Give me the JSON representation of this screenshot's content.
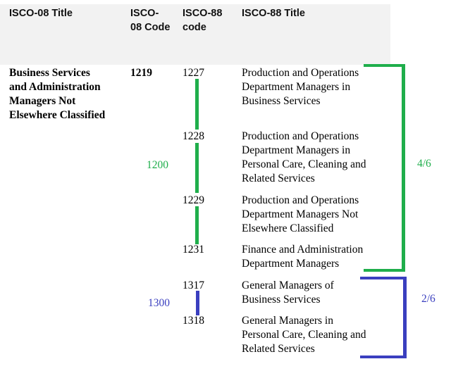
{
  "table": {
    "headers": {
      "isco08_title": "ISCO-08 Title",
      "isco08_code": "ISCO-\n08 Code",
      "isco88_code": "ISCO-88\ncode",
      "isco88_title": "ISCO-88 Title"
    },
    "isco08_title": "Business Services\nand Administration\nManagers Not\nElsewhere Classified",
    "isco08_code": "1219",
    "rows": [
      {
        "code": "1227",
        "title": "Production and Operations\nDepartment Managers in\nBusiness Services"
      },
      {
        "code": "1228",
        "title": "Production and Operations\nDepartment Managers in\nPersonal Care, Cleaning and\nRelated Services"
      },
      {
        "code": "1229",
        "title": "Production and Operations\nDepartment Managers Not\nElsewhere Classified"
      },
      {
        "code": "1231",
        "title": "Finance and Administration\nDepartment Managers"
      },
      {
        "code": "1317",
        "title": "General Managers of\nBusiness Services"
      },
      {
        "code": "1318",
        "title": "General Managers in\nPersonal Care, Cleaning and\nRelated Services"
      }
    ]
  },
  "annotations": {
    "group_green": {
      "label": "1200",
      "fraction": "4/6",
      "color": "#1fae4b"
    },
    "group_blue": {
      "label": "1300",
      "fraction": "2/6",
      "color": "#3a3fbf"
    }
  }
}
